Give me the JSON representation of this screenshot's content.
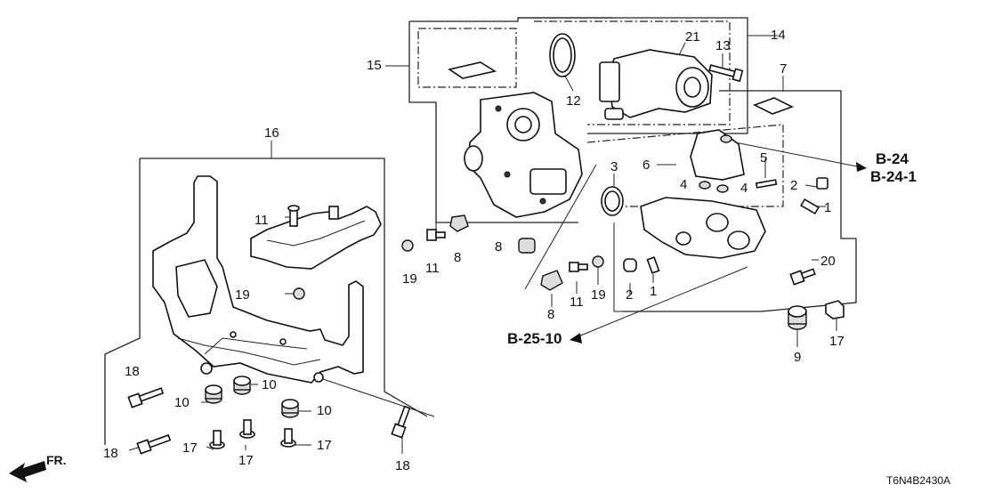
{
  "parts": {
    "n1a": "1",
    "n1b": "1",
    "n2a": "2",
    "n2b": "2",
    "n3": "3",
    "n4a": "4",
    "n4b": "4",
    "n5": "5",
    "n6": "6",
    "n7": "7",
    "n8a": "8",
    "n8b": "8",
    "n8c": "8",
    "n9": "9",
    "n10a": "10",
    "n10b": "10",
    "n10c": "10",
    "n11a": "11",
    "n11b": "11",
    "n11c": "11",
    "n12": "12",
    "n13": "13",
    "n14": "14",
    "n15": "15",
    "n16": "16",
    "n17a": "17",
    "n17b": "17",
    "n17c": "17",
    "n17d": "17",
    "n18a": "18",
    "n18b": "18",
    "n18c": "18",
    "n19a": "19",
    "n19b": "19",
    "n19c": "19",
    "n20": "20",
    "n21": "21"
  },
  "references": {
    "b24": "B-24",
    "b241": "B-24-1",
    "b2510": "B-25-10"
  },
  "direction_label": "FR.",
  "diagram_code": "T6N4B2430A"
}
